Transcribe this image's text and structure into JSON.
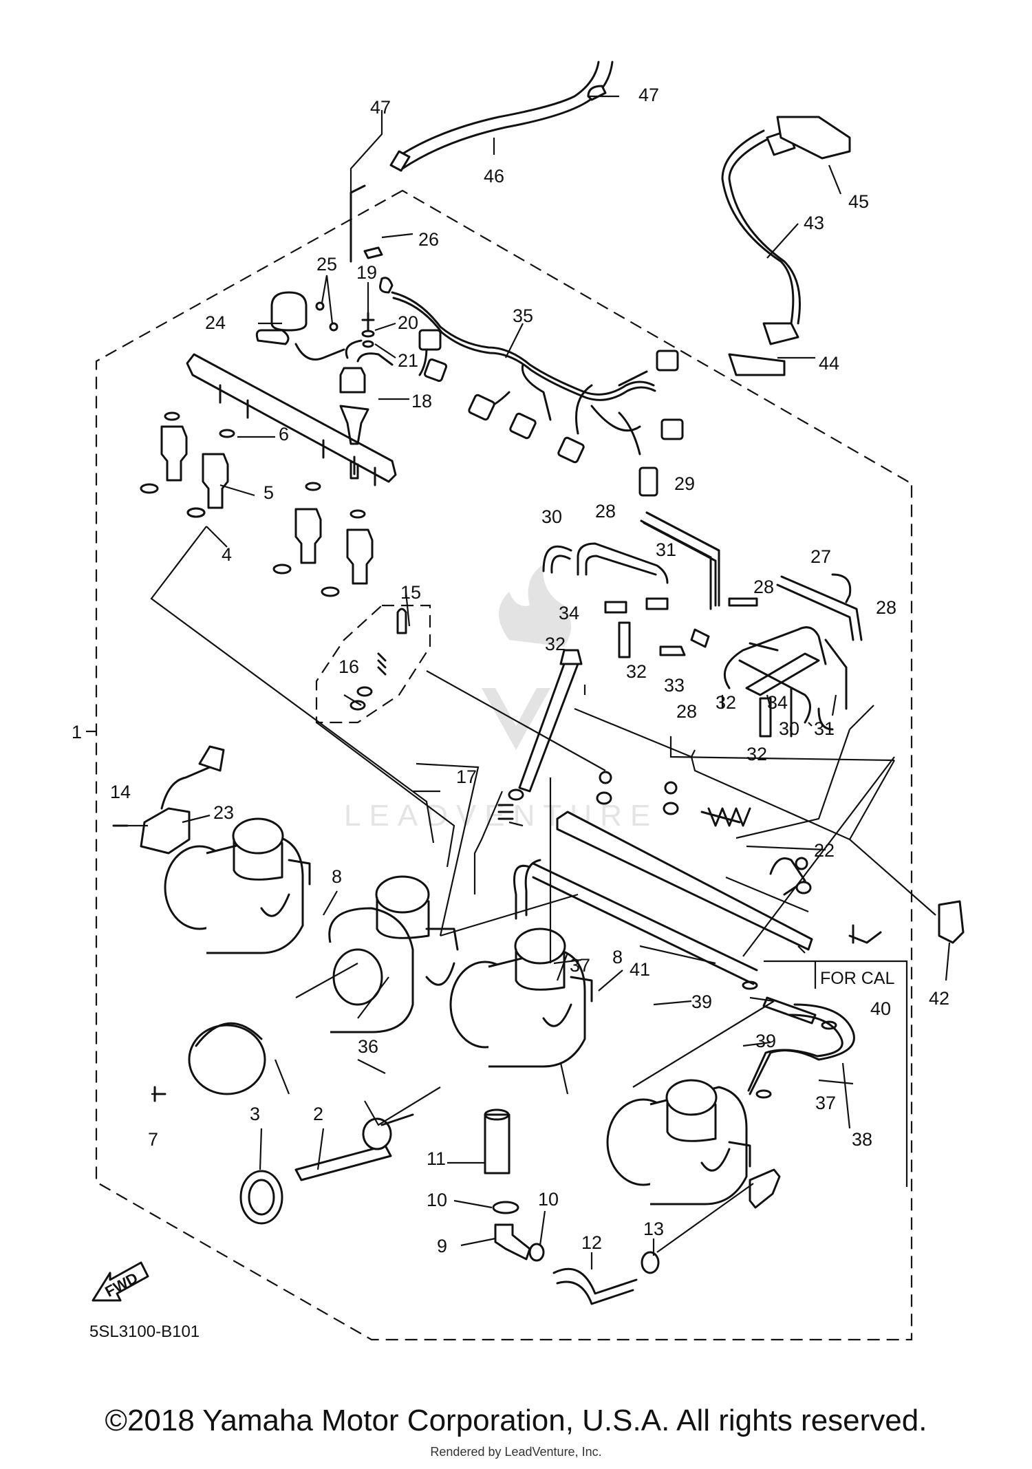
{
  "diagram": {
    "callouts": {
      "c1": "1",
      "c2": "2",
      "c3": "3",
      "c4": "4",
      "c5": "5",
      "c6": "6",
      "c7": "7",
      "c8a": "8",
      "c8b": "8",
      "c9": "9",
      "c10a": "10",
      "c10b": "10",
      "c11": "11",
      "c12": "12",
      "c13": "13",
      "c14": "14",
      "c15": "15",
      "c16": "16",
      "c17": "17",
      "c18": "18",
      "c19": "19",
      "c20": "20",
      "c21": "21",
      "c22": "22",
      "c23": "23",
      "c24": "24",
      "c25": "25",
      "c26": "26",
      "c27": "27",
      "c28a": "28",
      "c28b": "28",
      "c28c": "28",
      "c28d": "28",
      "c29": "29",
      "c30a": "30",
      "c30b": "30",
      "c31a": "31",
      "c31b": "31",
      "c32a": "32",
      "c32b": "32",
      "c32c": "32",
      "c32d": "32",
      "c33": "33",
      "c34a": "34",
      "c34b": "34",
      "c35": "35",
      "c36": "36",
      "c37a": "37",
      "c37b": "37",
      "c38": "38",
      "c39a": "39",
      "c39b": "39",
      "c40": "40",
      "c41": "41",
      "c42": "42",
      "c43": "43",
      "c44": "44",
      "c45": "45",
      "c46": "46",
      "c47a": "47",
      "c47b": "47"
    },
    "for_cal_label": "FOR CAL",
    "fwd_label": "FWD",
    "watermark": "LEADVENTURE",
    "diagram_code": "5SL3100-B101"
  },
  "footer": {
    "copyright": "©2018 Yamaha Motor Corporation, U.S.A. All rights reserved.",
    "rendered_by": "Rendered by LeadVenture, Inc."
  }
}
